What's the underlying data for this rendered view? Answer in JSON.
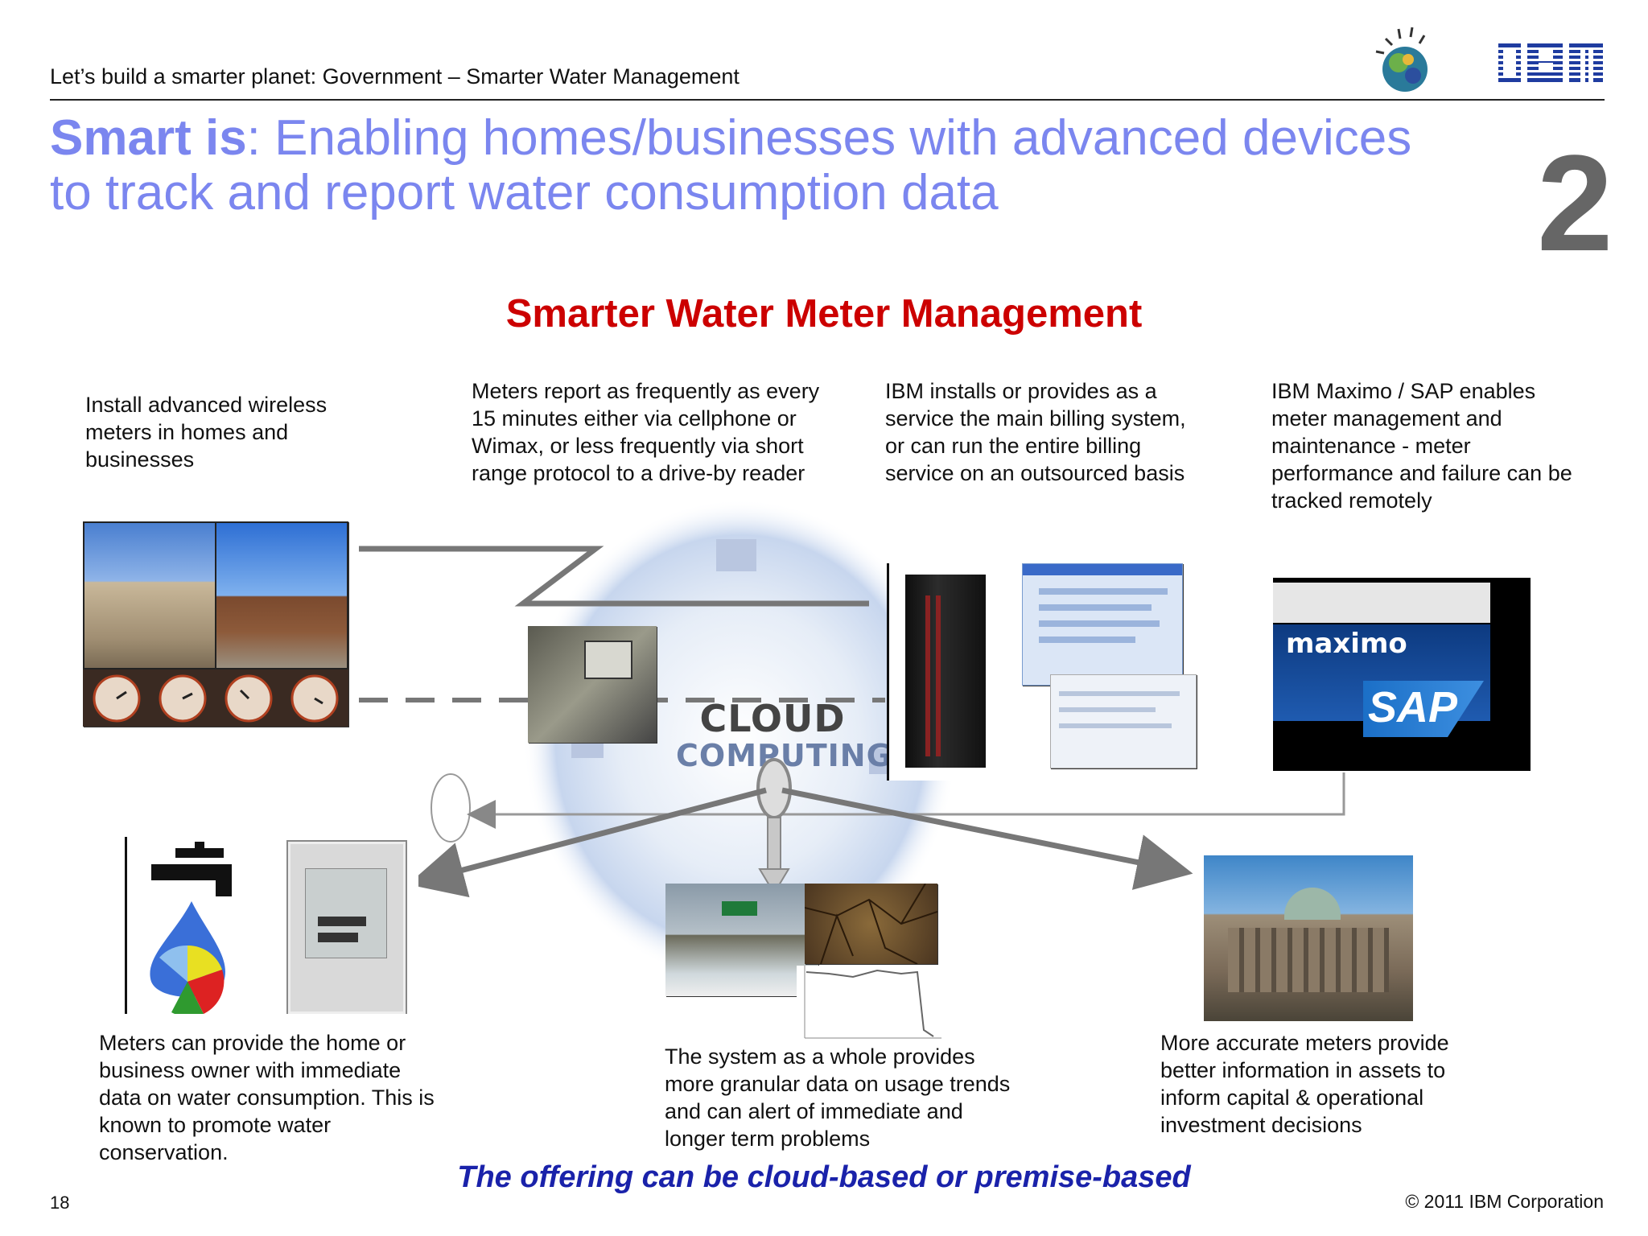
{
  "header": {
    "breadcrumb": "Let’s build a smarter planet: Government – Smarter Water Management",
    "ibm_logo": "IBM",
    "globe_icon": "smarter-planet-globe-icon"
  },
  "title": {
    "bold": "Smart is",
    "rest": ": Enabling homes/businesses with advanced devices to track and report water consumption data"
  },
  "slide_section_number": "2",
  "subtitle": "Smarter Water Meter Management",
  "blocks": {
    "install": "Install advanced wireless meters in homes and businesses",
    "report": "Meters report as frequently as every 15 minutes either via cellphone or Wimax, or less frequently via short range protocol to a drive-by reader",
    "billing": "IBM installs or provides as a service the main billing system, or can run the entire billing service on an outsourced basis",
    "maximo": "IBM Maximo / SAP enables meter management and maintenance - meter performance and failure can be tracked remotely",
    "owner": "Meters can provide the home or business owner with immediate data on water consumption. This is known to promote water conservation.",
    "system": "The system as a whole provides more granular data on usage trends and can alert of immediate and longer term problems",
    "assets": "More accurate meters provide better information in assets to inform capital & operational investment decisions"
  },
  "cloud": {
    "line1": "CLOUD",
    "line2": "COMPUTING"
  },
  "logos": {
    "maximo": "maximo",
    "sap": "SAP"
  },
  "tagline": "The offering can be cloud-based or premise-based",
  "footer": {
    "page_number": "18",
    "copyright": "© 2011 IBM Corporation"
  },
  "colors": {
    "title": "#7b86ef",
    "subtitle": "#cc0000",
    "tagline": "#1a22aa",
    "ibm_blue": "#1f3ca0"
  }
}
